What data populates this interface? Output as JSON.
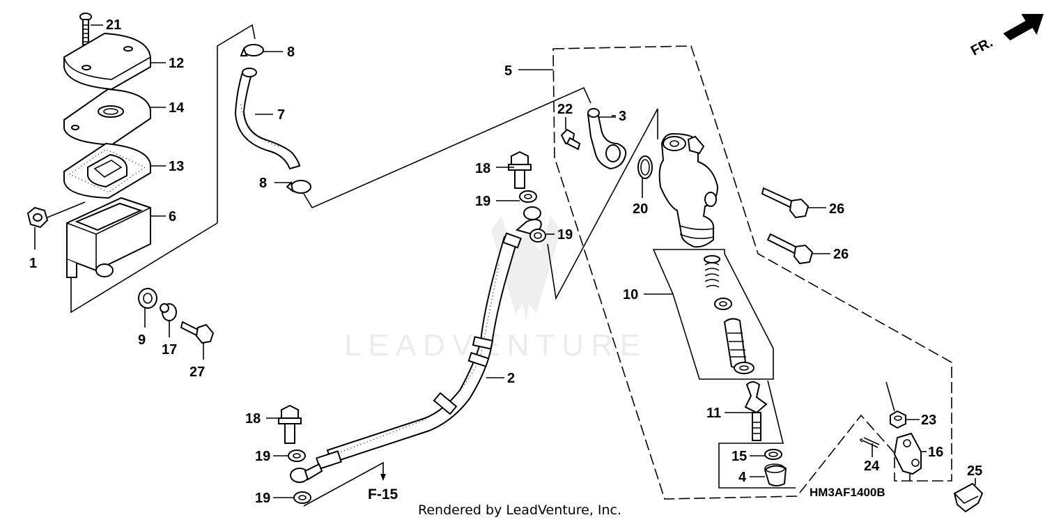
{
  "watermark": "LEADVENTURE",
  "credit": "Rendered by LeadVenture, Inc.",
  "diagram_code": "HM3AF1400B",
  "page_ref": "F-15",
  "direction_label": "FR.",
  "callouts": {
    "c1": "1",
    "c2": "2",
    "c3": "3",
    "c4": "4",
    "c5": "5",
    "c6": "6",
    "c7": "7",
    "c8a": "8",
    "c8b": "8",
    "c9": "9",
    "c10": "10",
    "c11": "11",
    "c12": "12",
    "c13": "13",
    "c14": "14",
    "c15": "15",
    "c16": "16",
    "c17": "17",
    "c18a": "18",
    "c18b": "18",
    "c19a": "19",
    "c19b": "19",
    "c19c": "19",
    "c19d": "19",
    "c20": "20",
    "c21": "21",
    "c22": "22",
    "c23": "23",
    "c24": "24",
    "c25": "25",
    "c26a": "26",
    "c26b": "26",
    "c27": "27"
  },
  "colors": {
    "ink": "#000000",
    "watermark": "#ececec"
  }
}
